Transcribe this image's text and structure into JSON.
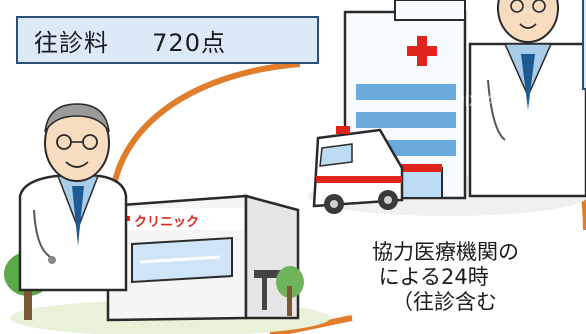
{
  "fee_box": {
    "label": "往診料",
    "value": "720点"
  },
  "clinic_sign": "クリニック",
  "watermark": "PIXTA",
  "coop_text": {
    "line1": "協力医療機関の",
    "line2": " による24時",
    "line3": "   （往診含む"
  }
}
